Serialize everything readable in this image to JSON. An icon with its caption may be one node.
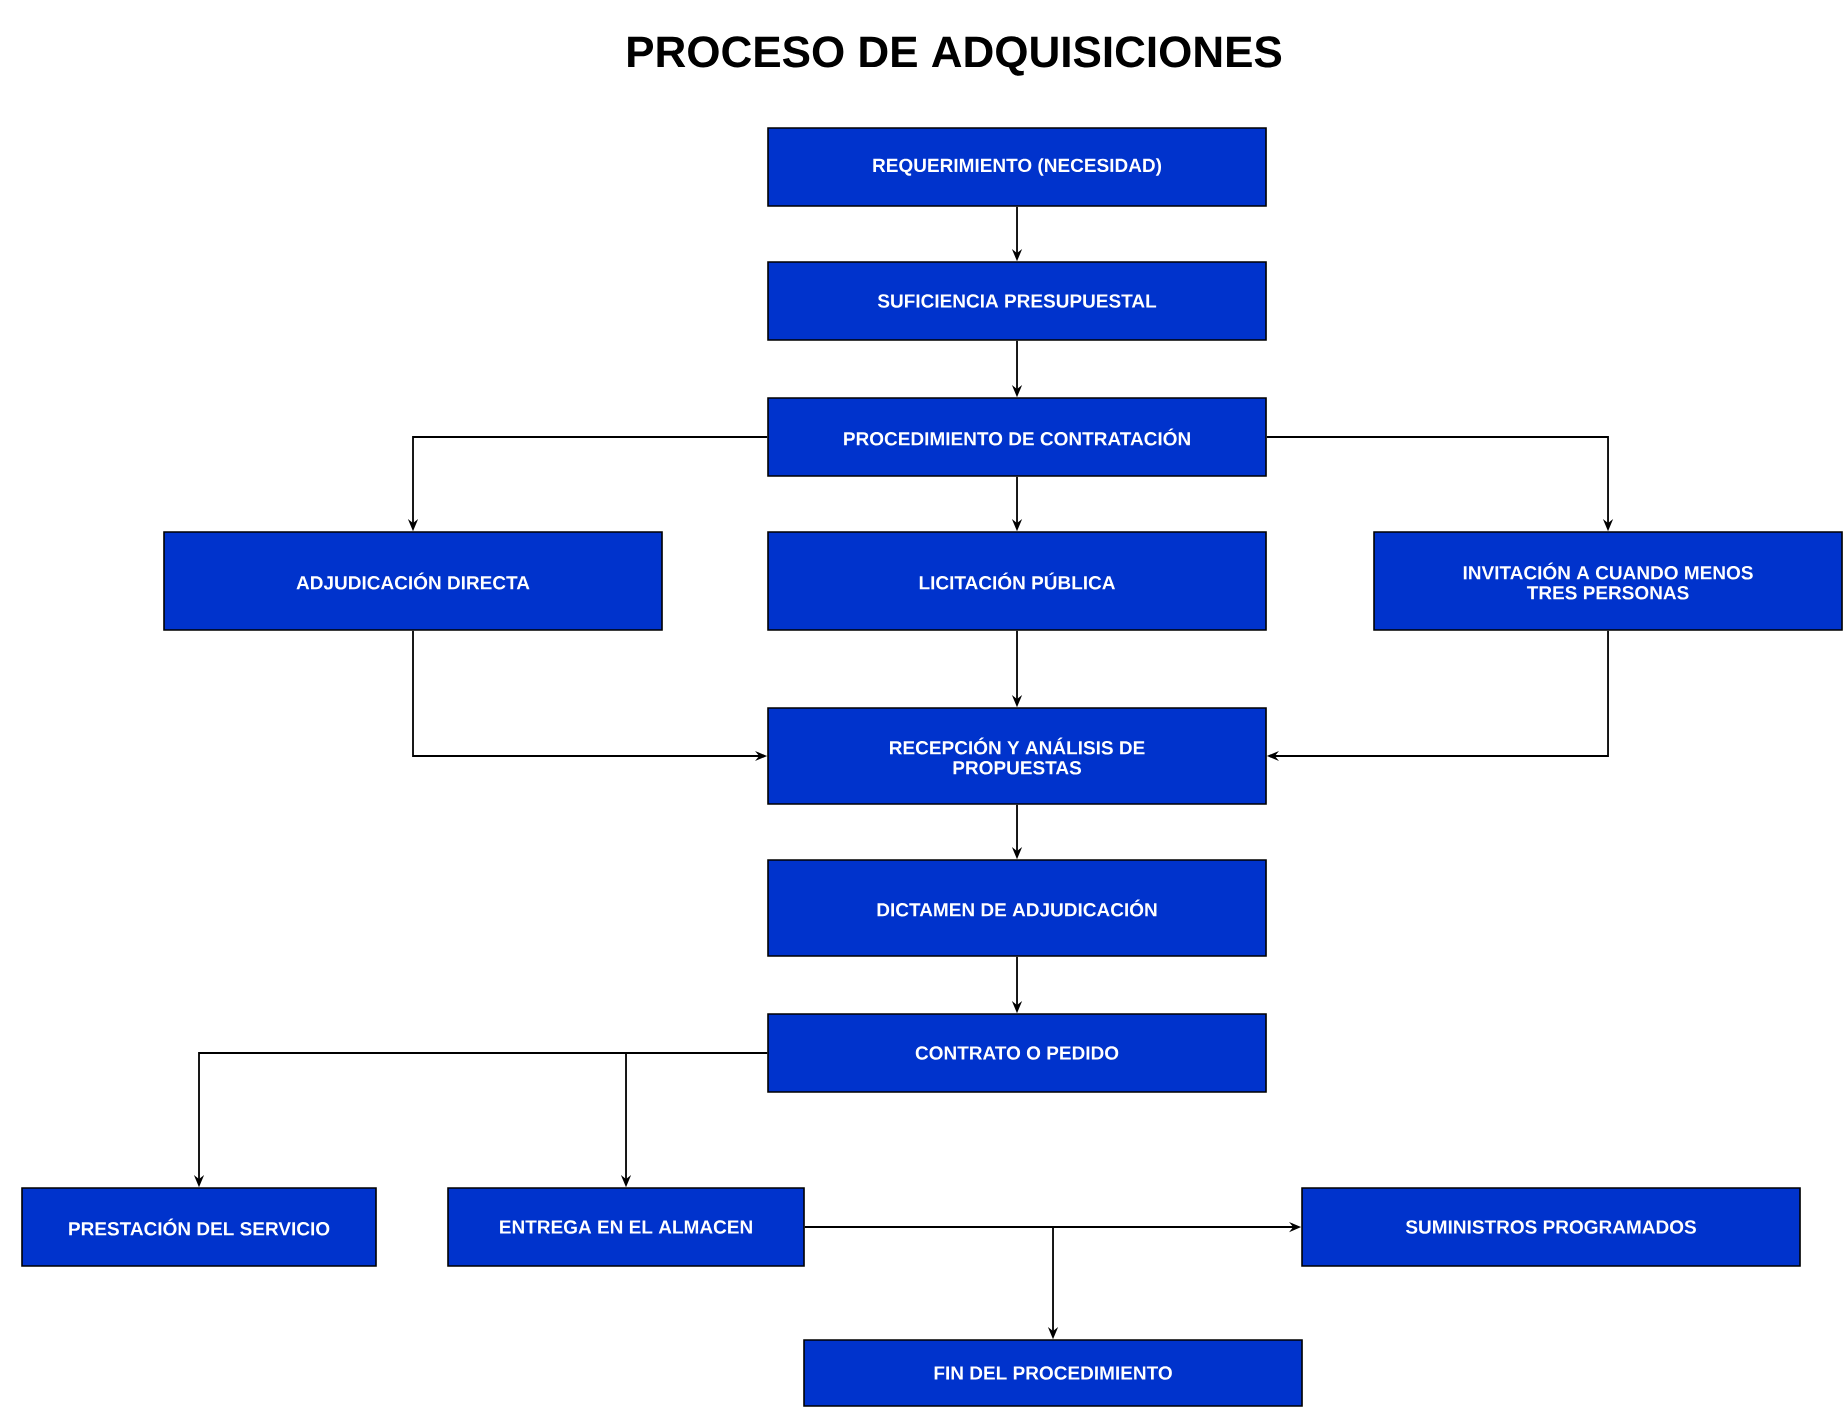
{
  "diagram": {
    "title": "PROCESO DE ADQUISICIONES",
    "nodes": [
      {
        "text": [
          "REQUERIMIENTO (NECESIDAD)"
        ]
      },
      {
        "text": [
          "SUFICIENCIA PRESUPUESTAL"
        ]
      },
      {
        "text": [
          "PROCEDIMIENTO DE CONTRATACIÓN"
        ]
      },
      {
        "text": [
          "ADJUDICACIÓN DIRECTA"
        ]
      },
      {
        "text": [
          "LICITACIÓN PÚBLICA"
        ]
      },
      {
        "text": [
          "INVITACIÓN A CUANDO MENOS TRES PERSONAS"
        ]
      },
      {
        "text": [
          "RECEPCIÓN Y ANÁLISIS DE PROPUESTAS"
        ]
      },
      {
        "text": [
          "DICTAMEN DE ADJUDICACIÓN"
        ]
      },
      {
        "text": [
          "CONTRATO O PEDIDO"
        ]
      },
      {
        "text": [
          "PRESTACIÓN DEL SERVICIO"
        ]
      },
      {
        "text": [
          "ENTREGA EN EL ALMACEN"
        ]
      },
      {
        "text": [
          "SUMINISTROS PROGRAMADOS"
        ]
      },
      {
        "text": [
          "FIN DEL PROCEDIMIENTO"
        ]
      }
    ],
    "edges": [
      {
        "from": 0,
        "to": 1,
        "arrow": "to"
      },
      {
        "from": 1,
        "to": 2,
        "arrow": "to"
      },
      {
        "from": 2,
        "to": 3,
        "arrow": "to"
      },
      {
        "from": 2,
        "to": 4,
        "arrow": "to"
      },
      {
        "from": 2,
        "to": 5,
        "arrow": "to"
      },
      {
        "from": 3,
        "to": 6,
        "arrow": "to"
      },
      {
        "from": 4,
        "to": 6,
        "arrow": "to"
      },
      {
        "from": 5,
        "to": 6,
        "arrow": "to"
      },
      {
        "from": 6,
        "to": 7,
        "arrow": "to"
      },
      {
        "from": 7,
        "to": 8,
        "arrow": "to"
      },
      {
        "from": 8,
        "to": 9,
        "arrow": "to"
      },
      {
        "from": 8,
        "to": 10,
        "arrow": "to"
      },
      {
        "from": 10,
        "to": 11,
        "arrow": "to"
      },
      {
        "from": 10,
        "to": 12,
        "arrow": "to"
      }
    ]
  }
}
